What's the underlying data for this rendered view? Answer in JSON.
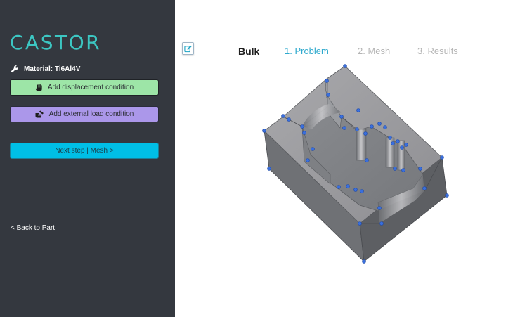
{
  "app": {
    "logo": "CASTOR"
  },
  "sidebar": {
    "material": "Material: Ti6Al4V",
    "add_displacement_label": "Add displacement condition",
    "add_load_label": "Add external load condition",
    "next_step_label": "Next step | Mesh >",
    "back_label": "< Back to Part"
  },
  "header": {
    "title": "Bulk",
    "tabs": [
      {
        "label": "1. Problem",
        "active": true
      },
      {
        "label": "2. Mesh",
        "active": false
      },
      {
        "label": "3. Results",
        "active": false
      }
    ]
  },
  "colors": {
    "sidebar_bg": "#34383f",
    "logo": "#3cc6c2",
    "displacement_button": "#9de5a7",
    "load_button": "#ab97ea",
    "next_button": "#00bfe6",
    "active_tab": "#2ea9cd",
    "inactive_tab": "#b4b4b4",
    "model_vertex": "#3a6fdc"
  },
  "icons": {
    "material": "wrench-icon",
    "displacement": "hand-icon",
    "load": "hand-push-icon",
    "edit": "edit-icon"
  }
}
